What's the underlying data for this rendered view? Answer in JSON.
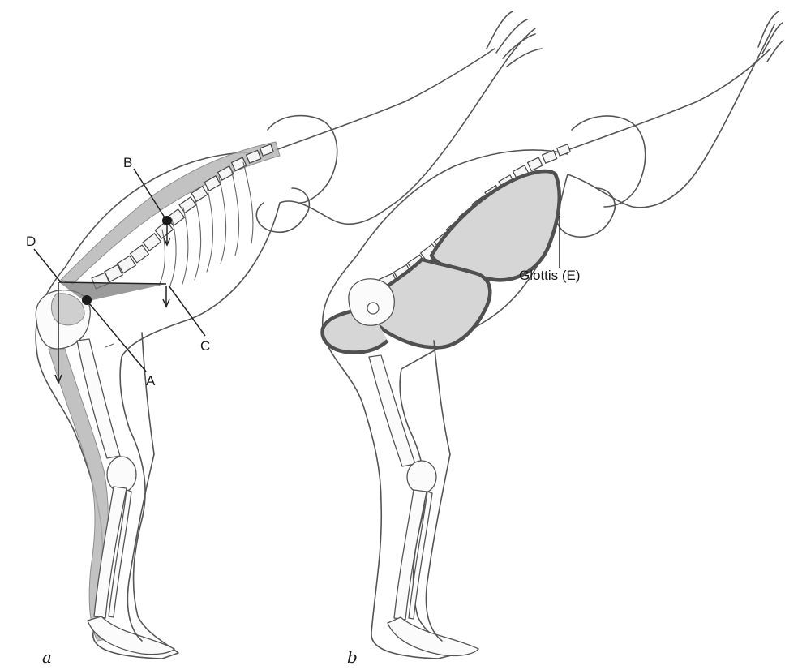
{
  "figure": {
    "panels": [
      {
        "letter": "a"
      },
      {
        "letter": "b"
      }
    ],
    "labels": {
      "A": "A",
      "B": "B",
      "C": "C",
      "D": "D",
      "E": "Glottis (E)"
    },
    "colors": {
      "background": "#ffffff",
      "outline": "#555555",
      "shading": "#cfcfcf",
      "cavity_fill": "#d6d6d6",
      "cavity_wall": "#505050"
    }
  }
}
